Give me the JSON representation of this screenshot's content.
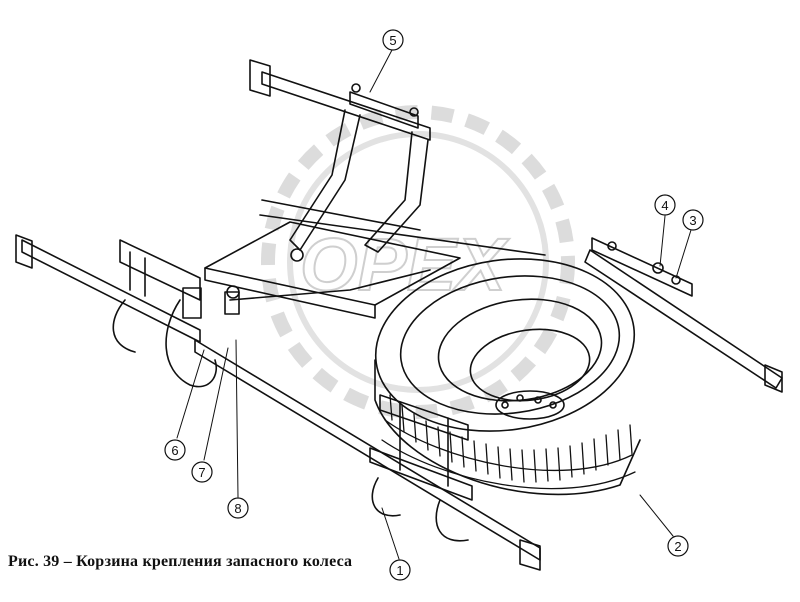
{
  "caption": "Рис. 39 – Корзина крепления запасного колеса",
  "watermark": {
    "text": "OPEX"
  },
  "callouts": [
    {
      "id": "1",
      "label": "1"
    },
    {
      "id": "2",
      "label": "2"
    },
    {
      "id": "3",
      "label": "3"
    },
    {
      "id": "4",
      "label": "4"
    },
    {
      "id": "5",
      "label": "5"
    },
    {
      "id": "6",
      "label": "6"
    },
    {
      "id": "7",
      "label": "7"
    },
    {
      "id": "8",
      "label": "8"
    }
  ]
}
